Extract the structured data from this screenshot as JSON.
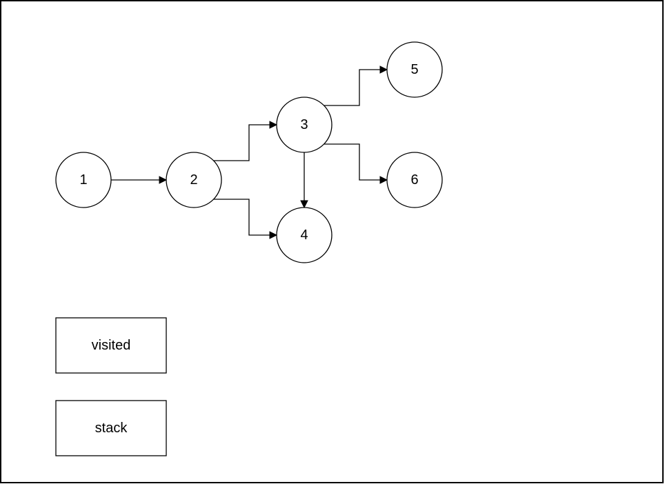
{
  "diagram": {
    "nodes": [
      {
        "id": "1",
        "label": "1"
      },
      {
        "id": "2",
        "label": "2"
      },
      {
        "id": "3",
        "label": "3"
      },
      {
        "id": "4",
        "label": "4"
      },
      {
        "id": "5",
        "label": "5"
      },
      {
        "id": "6",
        "label": "6"
      }
    ],
    "edges": [
      {
        "from": "1",
        "to": "2"
      },
      {
        "from": "2",
        "to": "3"
      },
      {
        "from": "2",
        "to": "4"
      },
      {
        "from": "3",
        "to": "4"
      },
      {
        "from": "3",
        "to": "5"
      },
      {
        "from": "3",
        "to": "6"
      }
    ],
    "boxes": {
      "visited": "visited",
      "stack": "stack"
    }
  },
  "colors": {
    "stroke": "#000000",
    "fill": "#ffffff"
  }
}
